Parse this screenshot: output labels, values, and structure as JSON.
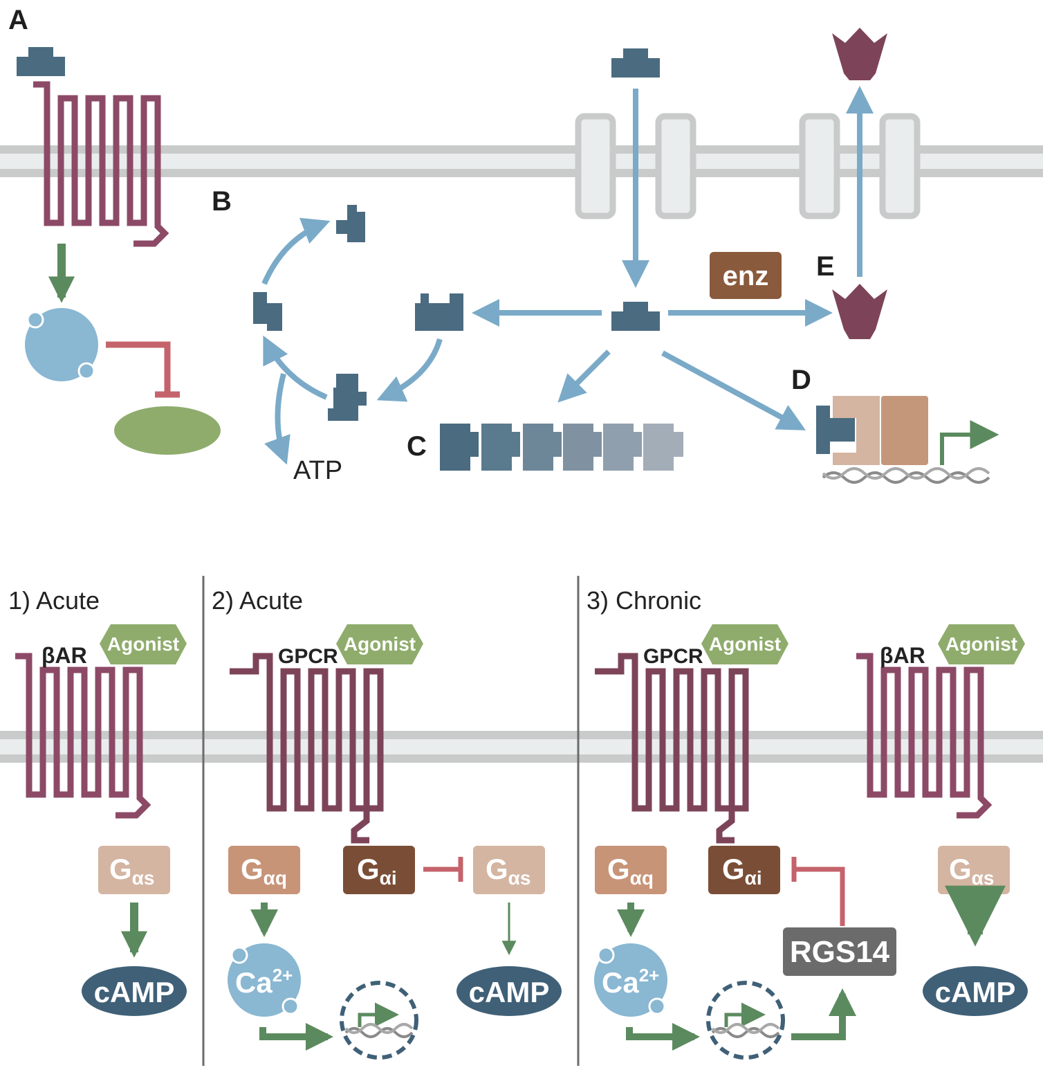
{
  "panel_labels": {
    "a": "A",
    "b": "B",
    "c": "C",
    "d": "D",
    "e": "E"
  },
  "top": {
    "enzyme_label": "enz",
    "atp_label": "ATP"
  },
  "bottom": {
    "sections": [
      {
        "header": "1) Acute"
      },
      {
        "header": "2) Acute"
      },
      {
        "header": "3) Chronic"
      }
    ],
    "receptors": {
      "beta_ar": "βAR",
      "gpcr": "GPCR"
    },
    "agonist_label": "Agonist",
    "g_proteins": {
      "gs": {
        "main": "G",
        "sub": "αs"
      },
      "gq": {
        "main": "G",
        "sub": "αq"
      },
      "gi": {
        "main": "G",
        "sub": "αi"
      }
    },
    "ca": {
      "main": "Ca",
      "sup": "2+"
    },
    "camp_label": "cAMP",
    "rgs_label": "RGS14"
  },
  "colors": {
    "receptor": "#8c4a67",
    "ligand": "#4a6b80",
    "arrow_blue": "#7aaac8",
    "arrow_green": "#5b8a5e",
    "inhibit_red": "#c4636b",
    "membrane": "#c8cbca",
    "enzyme_brown": "#8a5a3c",
    "agonist_green": "#8fac6c",
    "gs_tan": "#d4b5a2",
    "gq_tan": "#c79478",
    "gi_brown": "#7a4e36",
    "camp_navy": "#3f6077",
    "ca_blue": "#8ab7d2",
    "rgs_gray": "#6b6b6b"
  }
}
